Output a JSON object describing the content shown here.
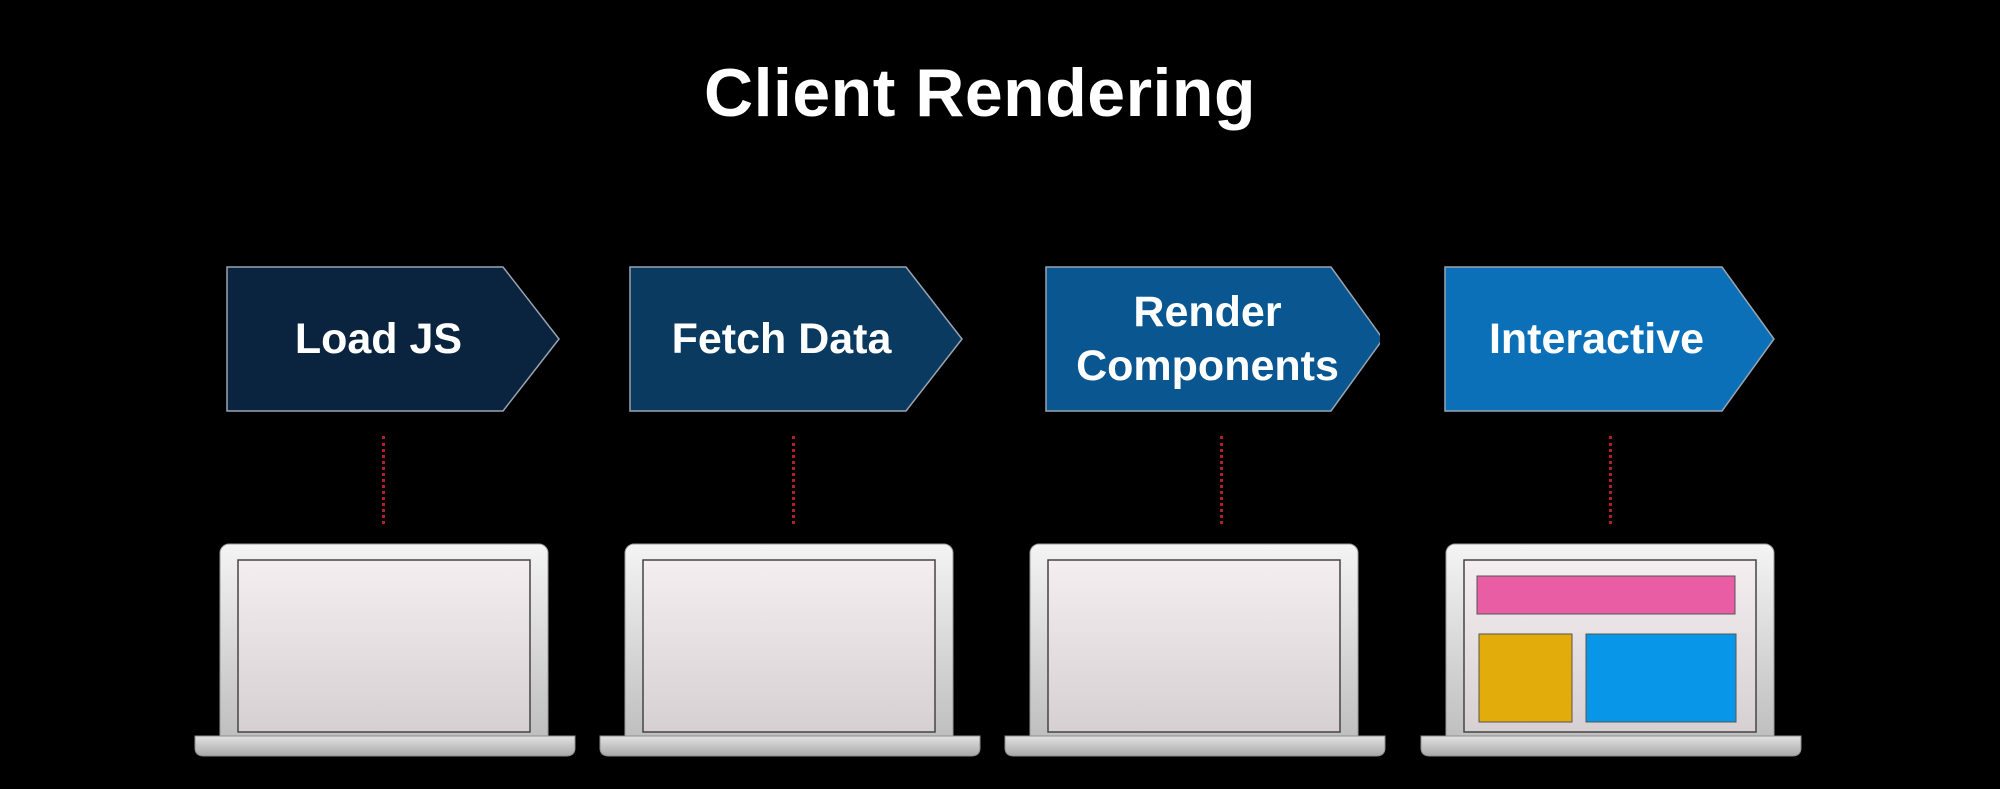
{
  "title": "Client Rendering",
  "steps": [
    {
      "label": "Load JS",
      "color": "#0a2440"
    },
    {
      "label": "Fetch Data",
      "color": "#0b3a60"
    },
    {
      "label": "Render Components",
      "color": "#0a5690"
    },
    {
      "label": "Interactive",
      "color": "#0c70b8"
    }
  ],
  "connector_color": "#b0202a",
  "laptops": [
    {
      "state": "blank"
    },
    {
      "state": "blank"
    },
    {
      "state": "blank"
    },
    {
      "state": "rendered",
      "blocks": [
        {
          "name": "header-block",
          "color": "#e85da3"
        },
        {
          "name": "sidebar-block",
          "color": "#e2ac0a"
        },
        {
          "name": "content-block",
          "color": "#0796e8"
        }
      ]
    }
  ]
}
